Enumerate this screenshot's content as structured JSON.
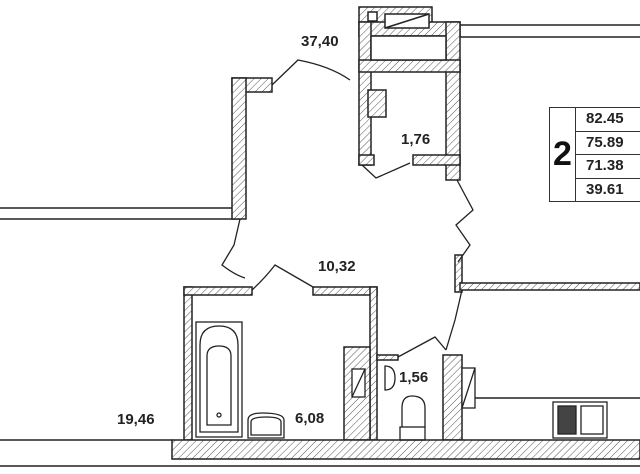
{
  "plan": {
    "rooms": [
      {
        "name": "room-area-37-40",
        "area": "37,40"
      },
      {
        "name": "storage-area",
        "area": "1,76"
      },
      {
        "name": "hall-area",
        "area": "10,32"
      },
      {
        "name": "bathroom-area",
        "area": "6,08"
      },
      {
        "name": "toilet-area",
        "area": "1,56"
      },
      {
        "name": "room-area-19-46",
        "area": "19,46"
      }
    ]
  },
  "summary": {
    "rooms_count": "2",
    "areas": [
      "82.45",
      "75.89",
      "71.38",
      "39.61"
    ]
  }
}
